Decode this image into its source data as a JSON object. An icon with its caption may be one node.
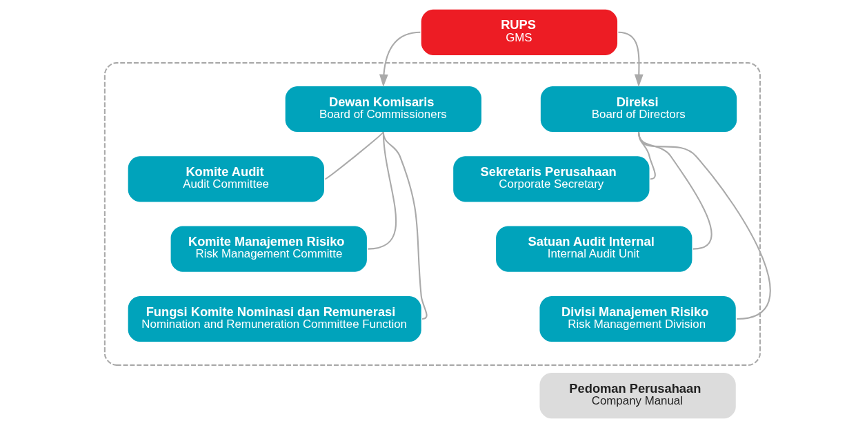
{
  "diagram": {
    "nodes": [
      {
        "text": [
          "RUPS",
          "GMS"
        ]
      },
      {
        "text": [],
        "shape": "box"
      },
      {
        "text": [
          "Dewan Komisaris",
          "Board of Commissioners"
        ],
        "in": 1
      },
      {
        "text": [
          "Direksi",
          "Board of Directors"
        ],
        "in": 1
      },
      {
        "text": [
          "Komite Audit",
          "Audit Committee"
        ],
        "in": 1
      },
      {
        "text": [
          "Sekretaris Perusahaan",
          "Corporate Secretary"
        ],
        "in": 1
      },
      {
        "text": [
          "Komite Manajemen Risiko",
          "Risk Management Committe"
        ],
        "in": 1
      },
      {
        "text": [
          "Satuan Audit Internal",
          "Internal Audit Unit"
        ],
        "in": 1
      },
      {
        "text": [
          "Fungsi Komite Nominasi dan Remunerasi",
          "Nomination and Remuneration Committee Function"
        ],
        "in": 1
      },
      {
        "text": [
          "Divisi Manajemen Risiko",
          "Risk Management Division"
        ],
        "in": 1
      },
      {
        "text": [
          "Pedoman Perusahaan",
          "Company Manual"
        ]
      }
    ],
    "edges": [
      {
        "from": 0,
        "to": 2,
        "arrow": "to"
      },
      {
        "from": 0,
        "to": 3,
        "arrow": "to"
      },
      {
        "from": 2,
        "to": 4,
        "arrow": "none"
      },
      {
        "from": 2,
        "to": 6,
        "arrow": "none"
      },
      {
        "from": 2,
        "to": 8,
        "arrow": "none"
      },
      {
        "from": 3,
        "to": 5,
        "arrow": "none"
      },
      {
        "from": 3,
        "to": 7,
        "arrow": "none"
      },
      {
        "from": 3,
        "to": 9,
        "arrow": "none"
      }
    ]
  }
}
